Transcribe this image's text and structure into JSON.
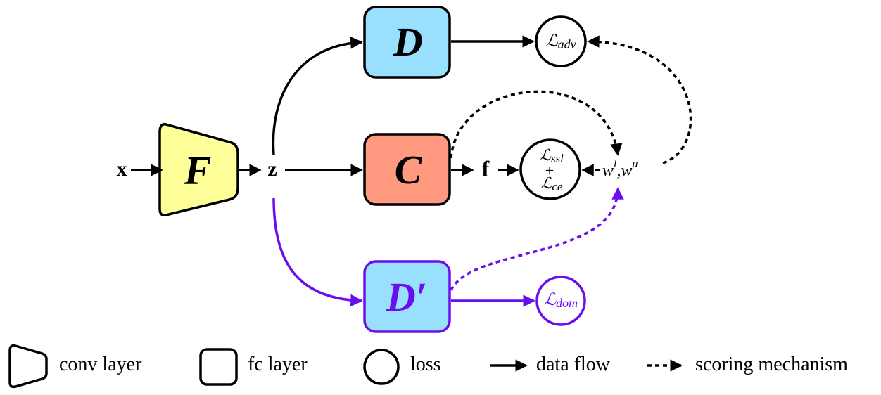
{
  "nodes": {
    "input": "x",
    "encoder": "F",
    "latent": "z",
    "discriminator": "D",
    "classifier": "C",
    "features": "f",
    "domain_discriminator": "D′",
    "weights": {
      "w1": "w",
      "s1": "l",
      "sep": ",",
      "w2": "w",
      "s2": "u"
    }
  },
  "losses": {
    "adv": {
      "script": "ℒ",
      "sub": "adv"
    },
    "ssl": {
      "script": "ℒ",
      "sub": "ssl"
    },
    "plus": "+",
    "ce": {
      "script": "ℒ",
      "sub": "ce"
    },
    "dom": {
      "script": "ℒ",
      "sub": "dom"
    }
  },
  "legend": {
    "conv": "conv layer",
    "fc": "fc layer",
    "loss": "loss",
    "data_flow": "data flow",
    "scoring": "scoring mechanism"
  },
  "colors": {
    "encoder_fill": "#FFFF99",
    "discriminator_fill": "#99E0FF",
    "classifier_fill": "#FF9980",
    "purple": "#6A0DEF",
    "black": "#000000"
  }
}
